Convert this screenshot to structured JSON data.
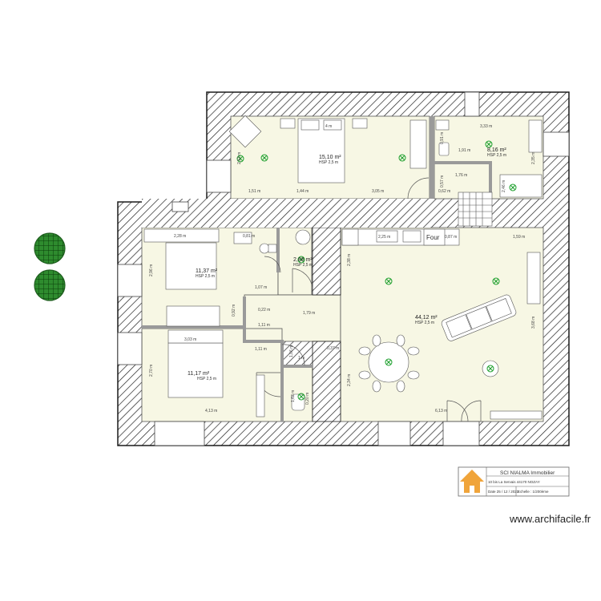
{
  "rooms": {
    "bedroom_top": {
      "area": "15,10 m²",
      "hsp": "HSP 2,5 m"
    },
    "bathroom_top": {
      "area": "8,16 m²",
      "hsp": "HSP 2,5 m"
    },
    "bedroom_left": {
      "area": "11,37 m²",
      "hsp": "HSP 2,5 m"
    },
    "wc": {
      "area": "2,88 m²",
      "hsp": "HSP 2,5 m"
    },
    "living": {
      "area": "44,12 m²",
      "hsp": "HSP 2,5 m"
    },
    "bedroom_bottom": {
      "area": "11,17 m²",
      "hsp": "HSP 2,5 m"
    }
  },
  "dimensions": {
    "d_4m": "4 m",
    "d_333": "3,33 m",
    "d_253": "2,53 m",
    "d_151": "1,51 m",
    "d_144": "1,44 m",
    "d_305": "3,05 m",
    "d_091": "0,91 m",
    "d_191": "1,91 m",
    "d_176": "1,76 m",
    "d_062": "0,62 m",
    "d_057": "0,57 m",
    "d_235": "2,35 m",
    "d_228": "2,28 m",
    "d_081": "0,81 m",
    "d_296": "2,96 m",
    "d_107": "1,07 m",
    "d_022": "0,22 m",
    "d_179": "1,79 m",
    "d_092": "0,92 m",
    "d_111": "1,11 m",
    "d_303": "3,03 m",
    "d_111b": "1,11 m",
    "d_106": "1,06 m",
    "d_1m": "1 m",
    "d_270": "2,70 m",
    "d_413": "4,13 m",
    "d_225": "2,25 m",
    "d_087": "0,87 m",
    "d_159": "1,59 m",
    "d_238": "2,38 m",
    "d_368": "3,68 m",
    "d_234": "2,34 m",
    "d_613": "6,13 m",
    "d_246": "2,46 m",
    "d_162": "1,62 m",
    "d_020": "0,20 m",
    "d_037": "0,37 m"
  },
  "appliance_label": "Four",
  "title_block": {
    "company": "SCI NIALMA Immobilier",
    "address": "10 bis La Servais 44170 NOZAY",
    "date": "Date 25 / 12 / 2023",
    "scale": "Echelle : 1/200ème"
  },
  "watermark": "www.archifacile.fr",
  "colors": {
    "room_fill": "#f7f7e4",
    "wall_fill": "#ffffff",
    "wall_stroke": "#1a1a1a",
    "hatch": "#222222",
    "light_symbol": "#1a9e2a",
    "logo": "#f0a43a",
    "compass_green": "#2e8b2e"
  }
}
